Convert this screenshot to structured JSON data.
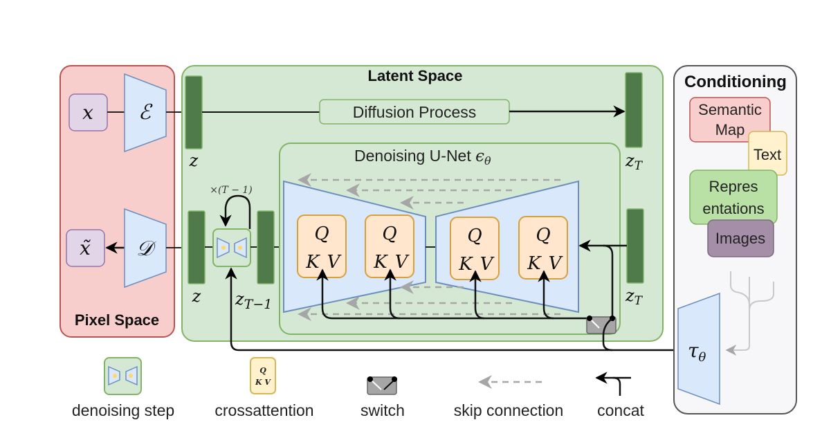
{
  "pixel_space": {
    "title": "Pixel Space",
    "input_symbol": "x",
    "output_symbol": "x̃",
    "encoder_symbol": "ℰ",
    "decoder_symbol": "𝒟"
  },
  "latent_space": {
    "title": "Latent Space",
    "diffusion_process_label": "Diffusion Process",
    "z_label": "z",
    "z_t_label": "z",
    "z_t_sub": "T",
    "z_t_minus_label": "z",
    "z_t_minus_sub": "T−1",
    "repeat_label": "×(T − 1)",
    "unet": {
      "title": "Denoising U-Net ",
      "title_symbol": "ϵ",
      "title_sub": "θ",
      "attention_blocks": [
        {
          "q": "Q",
          "k": "K",
          "v": "V"
        },
        {
          "q": "Q",
          "k": "K",
          "v": "V"
        },
        {
          "q": "Q",
          "k": "K",
          "v": "V"
        },
        {
          "q": "Q",
          "k": "K",
          "v": "V"
        }
      ]
    }
  },
  "conditioning": {
    "title": "Conditioning",
    "items": [
      {
        "label_lines": [
          "Semantic",
          "Map"
        ],
        "color": "#f8cecc"
      },
      {
        "label_lines": [
          "Text"
        ],
        "color": "#fff2cc"
      },
      {
        "label_lines": [
          "Repres",
          "entations"
        ],
        "color": "#b9e0a5"
      },
      {
        "label_lines": [
          "Images"
        ],
        "color": "#a58fa8"
      }
    ],
    "encoder_symbol": "τ",
    "encoder_sub": "θ"
  },
  "legend": [
    {
      "label": "denoising step",
      "icon": "denoising-step-icon"
    },
    {
      "label": "crossattention",
      "icon": "crossattention-icon"
    },
    {
      "label": "switch",
      "icon": "switch-icon"
    },
    {
      "label": "skip connection",
      "icon": "skip-connection-icon"
    },
    {
      "label": "concat",
      "icon": "concat-icon"
    }
  ],
  "colors": {
    "pixel_bg": "#f8cecc",
    "pixel_border": "#b85450",
    "latent_bg": "#d5e8d4",
    "latent_border": "#82b366",
    "latent_bar": "#4f7a4a",
    "trapezoid_fill": "#dae8fc",
    "trapezoid_border": "#6c8ebf",
    "qkv_fill": "#ffe6cc",
    "qkv_border": "#d6a13b",
    "cond_bg": "#f7f6f8",
    "cond_border": "#555555",
    "xbox_fill": "#e1d5e7",
    "xbox_border": "#9673a6"
  }
}
